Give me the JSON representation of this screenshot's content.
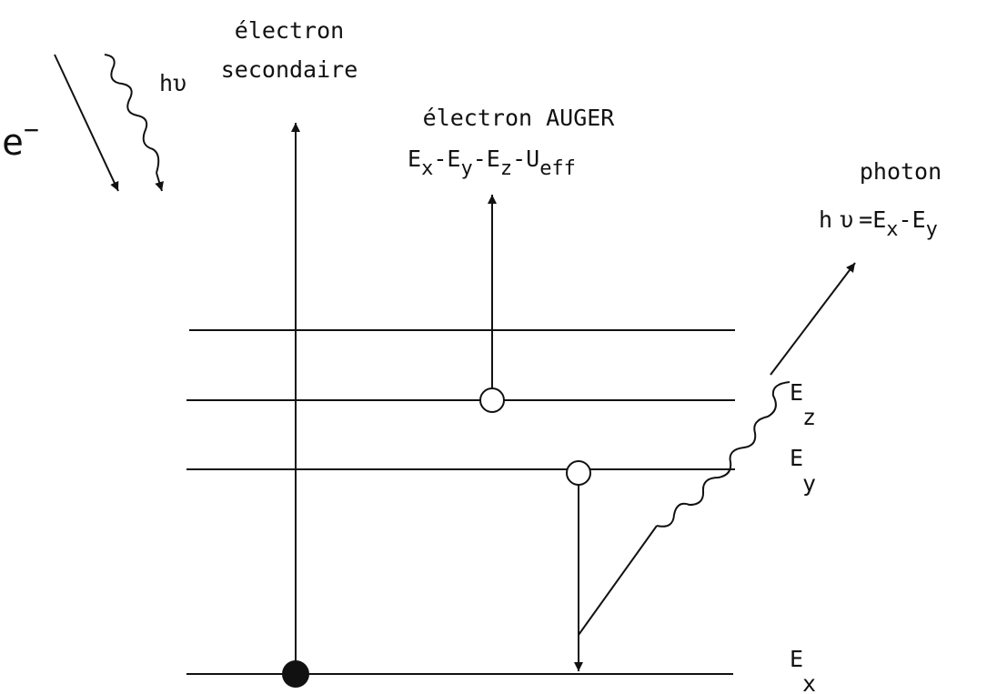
{
  "labels": {
    "secondary_line1": "électron",
    "secondary_line2": "secondaire",
    "auger_title": "électron AUGER",
    "auger_energy": {
      "e1": "E",
      "s1": "x",
      "m1": "-",
      "e2": "E",
      "s2": "y",
      "m2": "-",
      "e3": "E",
      "s3": "z",
      "m3": "-",
      "e4": "U",
      "s4": "eff"
    },
    "photon_title": "photon",
    "photon_energy": {
      "h": "h",
      "nu": "υ",
      "eq": "=",
      "e1": "E",
      "s1": "x",
      "minus": "-",
      "e2": "E",
      "s2": "y"
    },
    "incident_electron": {
      "e": "e",
      "sup": "−"
    },
    "incident_photon": "hυ",
    "levels": [
      {
        "letter": "E",
        "subscript": "z"
      },
      {
        "letter": "E",
        "subscript": "y"
      },
      {
        "letter": "E",
        "subscript": "x"
      }
    ]
  },
  "colors": {
    "ink": "#111111",
    "background": "#ffffff",
    "hole_fill": "#ffffff",
    "electron_fill": "#111111"
  },
  "icons": {
    "incident_electron": "straight-arrow",
    "incident_photon": "wavy-arrow",
    "photon_emission": "wavy-arrow",
    "hole": "open-circle",
    "core_electron": "filled-circle"
  }
}
